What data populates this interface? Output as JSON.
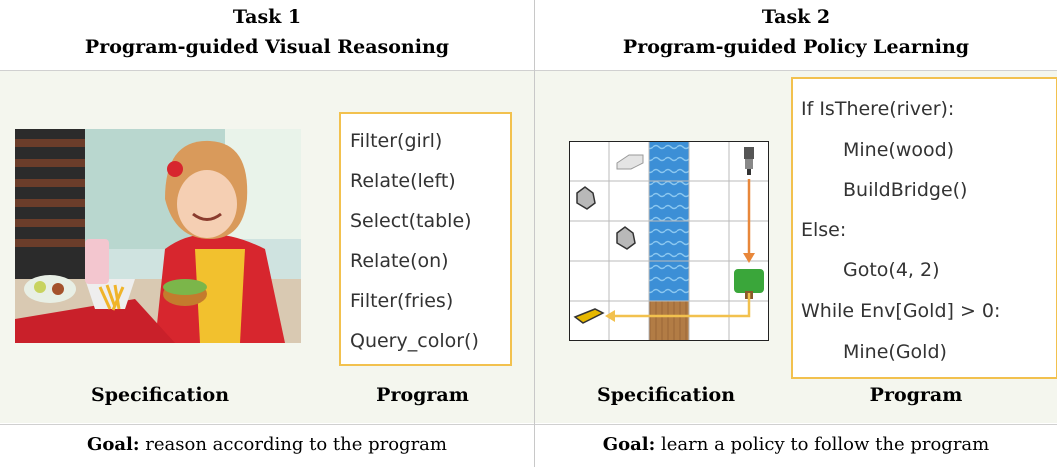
{
  "task1": {
    "title": "Task 1",
    "subtitle": "Program-guided Visual Reasoning",
    "program": [
      "Filter(girl)",
      "Relate(left)",
      "Select(table)",
      "Relate(on)",
      "Filter(fries)",
      "Query_color()"
    ],
    "spec_label": "Specification",
    "program_label": "Program",
    "goal_prefix": "Goal:",
    "goal_text": " reason according to the program"
  },
  "task2": {
    "title": "Task 2",
    "subtitle": "Program-guided Policy Learning",
    "program": [
      "If IsThere(river):",
      "Mine(wood)",
      "BuildBridge()",
      "Else:",
      "Goto(4, 2)",
      "While Env[Gold] > 0:",
      "Mine(Gold)"
    ],
    "spec_label": "Specification",
    "program_label": "Program",
    "goal_prefix": "Goal:",
    "goal_text": " learn a policy to follow the program"
  },
  "colors": {
    "program_border": "#f2c14e",
    "arrow_orange": "#e8873a",
    "arrow_yellow": "#f2c14e",
    "river": "#3c8fd6",
    "bridge": "#b27c45",
    "tree": "#3aa63a",
    "gold": "#e6b800"
  }
}
